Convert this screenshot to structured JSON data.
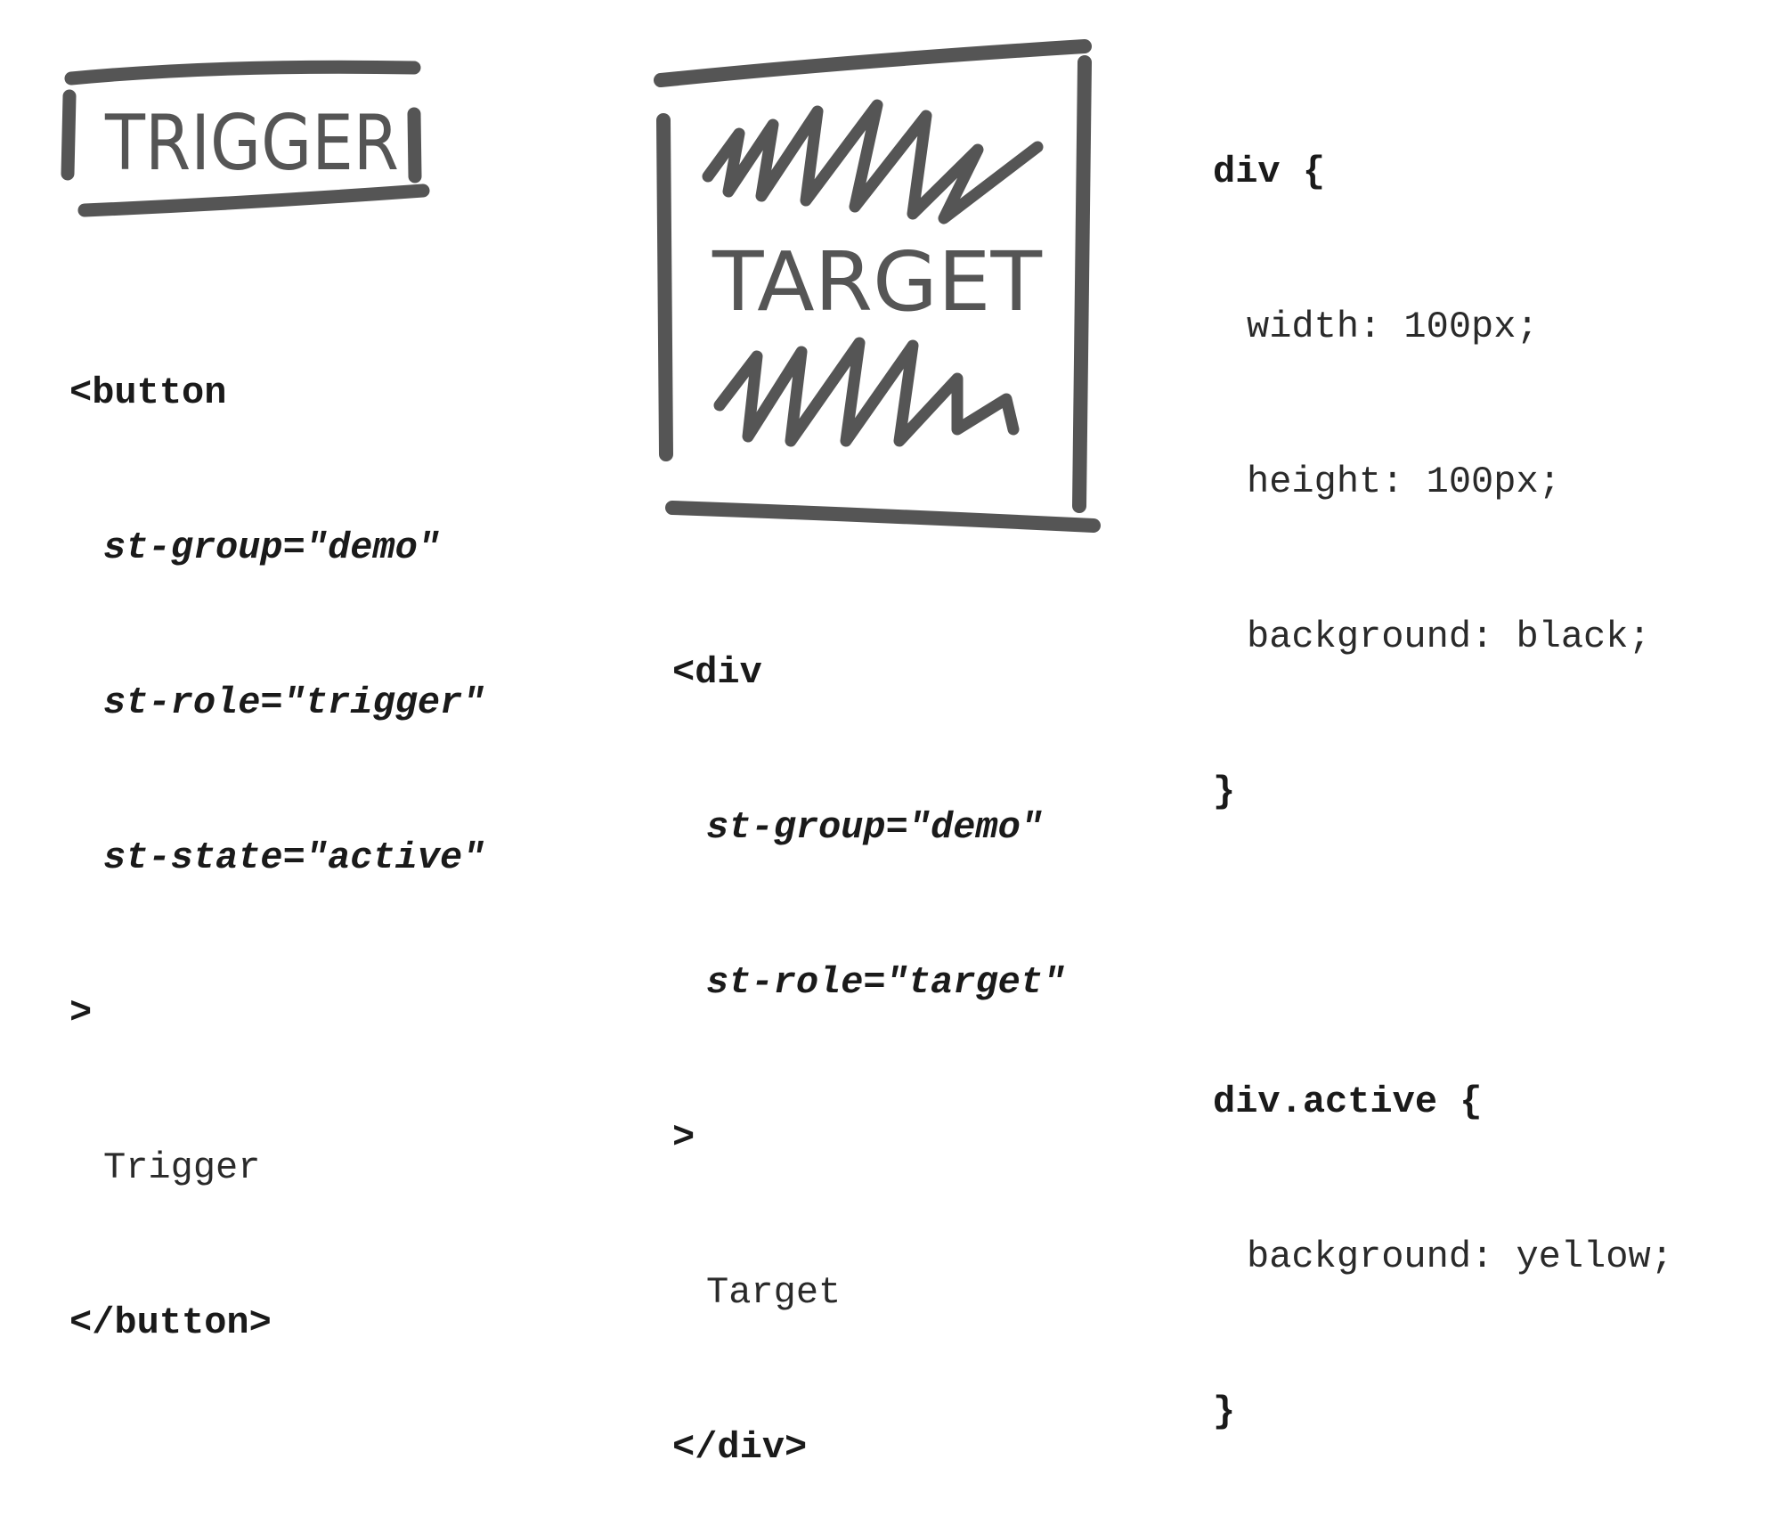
{
  "sketches": {
    "trigger_label": "TRIGGER",
    "target_label": "TARGET"
  },
  "button_markup": {
    "open": "<button",
    "attr_group": "st-group=\"demo\"",
    "attr_role": "st-role=\"trigger\"",
    "attr_state": "st-state=\"active\"",
    "close_bracket": ">",
    "content": "Trigger",
    "end_tag": "</button>"
  },
  "div_markup": {
    "open": "<div",
    "attr_group": "st-group=\"demo\"",
    "attr_role": "st-role=\"target\"",
    "close_bracket": ">",
    "content": "Target",
    "end_tag": "</div>"
  },
  "css_rules": {
    "rule1_selector": "div {",
    "rule1_width": "width: 100px;",
    "rule1_height": "height: 100px;",
    "rule1_background": "background: black;",
    "rule1_close": "}",
    "rule2_selector": "div.active {",
    "rule2_background": "background: yellow;",
    "rule2_close": "}"
  },
  "colors": {
    "sketch_stroke": "#555555",
    "code_text": "#1a1a1a"
  }
}
